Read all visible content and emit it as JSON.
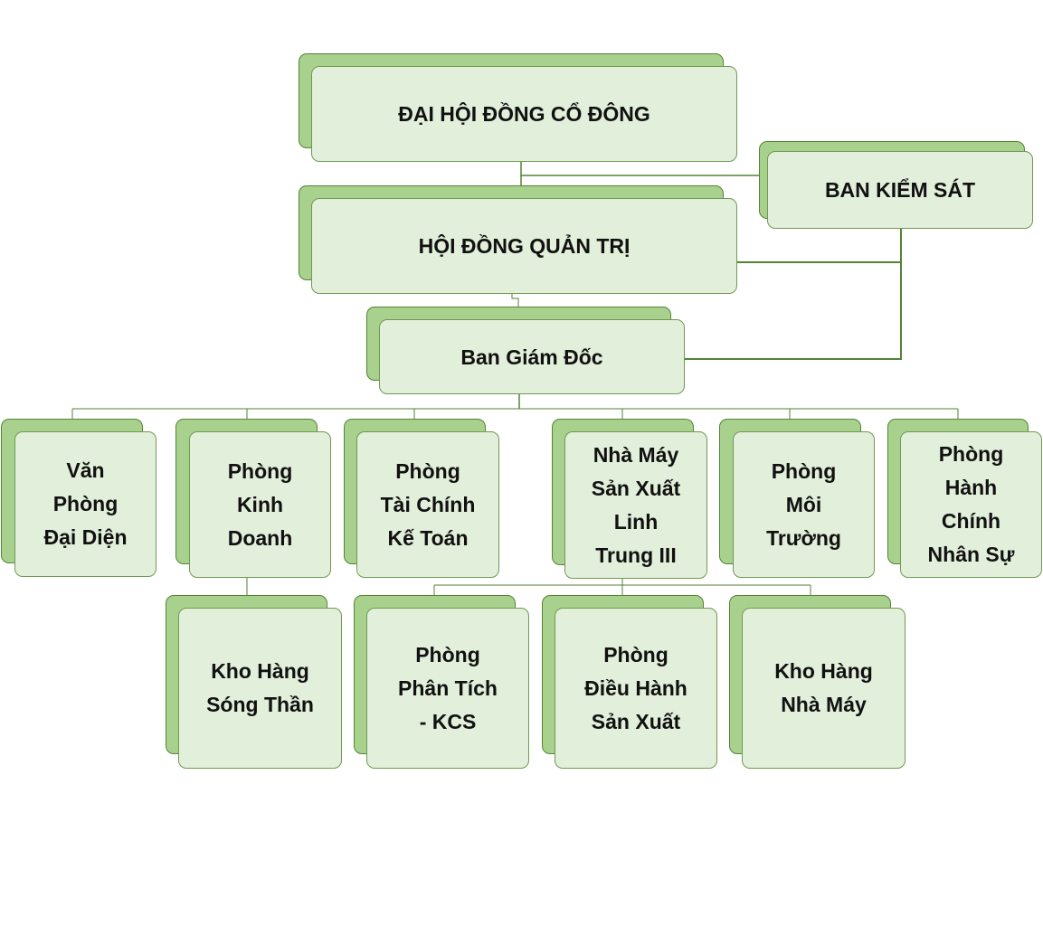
{
  "diagram": {
    "nodes": [
      {
        "id": "dai-hoi-dong-co-dong",
        "label": "ĐẠI HỘI ĐỒNG CỔ ĐÔNG"
      },
      {
        "id": "ban-kiem-sat",
        "label": "BAN KIỂM SÁT"
      },
      {
        "id": "hoi-dong-quan-tri",
        "label": "HỘI ĐỒNG QUẢN TRỊ"
      },
      {
        "id": "ban-giam-doc",
        "label": "Ban Giám Đốc"
      },
      {
        "id": "van-phong-dai-dien",
        "label": "Văn\nPhòng\nĐại Diện"
      },
      {
        "id": "phong-kinh-doanh",
        "label": "Phòng\nKinh\nDoanh"
      },
      {
        "id": "phong-tai-chinh-ke-toan",
        "label": "Phòng\nTài Chính\nKế Toán"
      },
      {
        "id": "nha-may-san-xuat",
        "label": "Nhà Máy\nSản Xuất\nLinh\nTrung III"
      },
      {
        "id": "phong-moi-truong",
        "label": "Phòng\nMôi\nTrường"
      },
      {
        "id": "phong-hanh-chinh-nhan-su",
        "label": "Phòng\nHành\nChính\nNhân Sự"
      },
      {
        "id": "kho-hang-song-than",
        "label": "Kho Hàng\nSóng Thần"
      },
      {
        "id": "phong-phan-tich-kcs",
        "label": "Phòng\nPhân Tích\n- KCS"
      },
      {
        "id": "phong-dieu-hanh-san-xuat",
        "label": "Phòng\nĐiều Hành\nSản Xuất"
      },
      {
        "id": "kho-hang-nha-may",
        "label": "Kho Hàng\nNhà Máy"
      }
    ],
    "edges": [
      {
        "from": "dai-hoi-dong-co-dong",
        "to": "ban-kiem-sat"
      },
      {
        "from": "dai-hoi-dong-co-dong",
        "to": "hoi-dong-quan-tri"
      },
      {
        "from": "ban-kiem-sat",
        "to": "hoi-dong-quan-tri"
      },
      {
        "from": "ban-kiem-sat",
        "to": "ban-giam-doc"
      },
      {
        "from": "hoi-dong-quan-tri",
        "to": "ban-giam-doc"
      },
      {
        "from": "ban-giam-doc",
        "to": "van-phong-dai-dien"
      },
      {
        "from": "ban-giam-doc",
        "to": "phong-kinh-doanh"
      },
      {
        "from": "ban-giam-doc",
        "to": "phong-tai-chinh-ke-toan"
      },
      {
        "from": "ban-giam-doc",
        "to": "nha-may-san-xuat"
      },
      {
        "from": "ban-giam-doc",
        "to": "phong-moi-truong"
      },
      {
        "from": "ban-giam-doc",
        "to": "phong-hanh-chinh-nhan-su"
      },
      {
        "from": "phong-kinh-doanh",
        "to": "kho-hang-song-than"
      },
      {
        "from": "nha-may-san-xuat",
        "to": "phong-phan-tich-kcs"
      },
      {
        "from": "nha-may-san-xuat",
        "to": "phong-dieu-hanh-san-xuat"
      },
      {
        "from": "nha-may-san-xuat",
        "to": "kho-hang-nha-may"
      }
    ],
    "colors": {
      "box_front": "#e2efda",
      "box_back": "#a9d18e",
      "border": "#548235",
      "line": "#548235"
    }
  }
}
